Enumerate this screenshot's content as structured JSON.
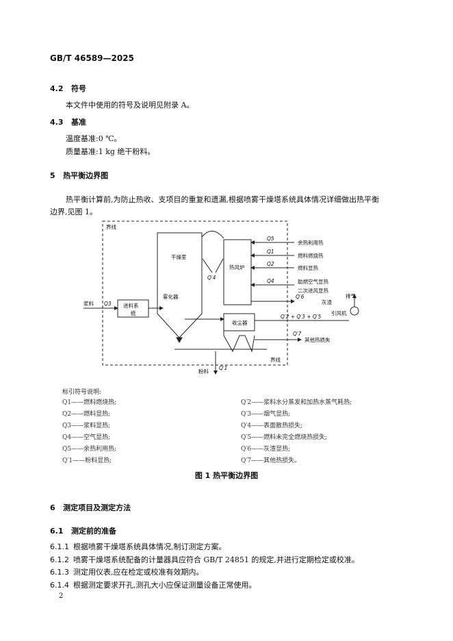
{
  "header": {
    "code": "GB/T 46589—2025"
  },
  "s4_2": {
    "num": "4.2",
    "title": "符号",
    "text": "本文件中使用的符号及说明见附录 A。"
  },
  "s4_3": {
    "num": "4.3",
    "title": "基准",
    "line1": "温度基准:0 ℃。",
    "line2": "质量基准:1 kg 绝干粉料。"
  },
  "s5": {
    "num": "5",
    "title": "热平衡边界图",
    "para1": "热平衡计算前,为防止热收、支项目的重复和遗漏,根据喷雾干燥塔系统具体情况详细做出热平衡",
    "para2": "边界,见图 1。"
  },
  "diagram": {
    "boundary_top": "界线",
    "boundary_bottom": "界线",
    "dryer": "干燥室",
    "stove": "热风炉",
    "atomizer": "雾化器",
    "feed_system_1": "进料系",
    "feed_system_2": "统",
    "collector": "收尘器",
    "slurry": "浆料",
    "powder": "粉料",
    "exhaust": "排气",
    "fan": "引风机",
    "ash": "灰渣",
    "other": "其他热损失",
    "waste_heat": "余热利用热",
    "fuel_combustion": "燃料燃烧热",
    "fuel_sensible": "燃料显热",
    "combustion_air": "助燃空气显热",
    "secondary_air": "二次进风显热",
    "q_labels": {
      "q3_in": "Q3",
      "q5": "Q5",
      "q1": "Q1",
      "q2": "Q2",
      "q4": "Q4",
      "q4p": "Q′4",
      "q6p": "Q′6",
      "q2p_sum": "Q′2 + Q′3 + Q′5",
      "q7p": "Q′7",
      "q1p": "Q′1"
    }
  },
  "legend": {
    "title": "标引符号说明:",
    "left": [
      "Q1——燃料燃烧热;",
      "Q2——燃料显热;",
      "Q3——浆料显热;",
      "Q4——空气显热;",
      "Q5——余热利用热;",
      "Q′1——粉料显热;"
    ],
    "right": [
      "Q′2——浆料水分蒸发和加热水蒸气耗热;",
      "Q′3——烟气显热;",
      "Q′4——表面散热损失;",
      "Q′5——燃料未完全燃烧热损失;",
      "Q′6——灰渣显热;",
      "Q′7——其他热损失。"
    ]
  },
  "figure_caption": "图 1   热平衡边界图",
  "s6": {
    "num": "6",
    "title": "测定项目及测定方法"
  },
  "s6_1": {
    "num": "6.1",
    "title": "测定前的准备"
  },
  "items": [
    {
      "num": "6.1.1",
      "text": "根据喷雾干燥塔系统具体情况,制订测定方案。"
    },
    {
      "num": "6.1.2",
      "text": "喷雾干燥塔系统配备的计量器具应符合 GB/T 24851 的规定,并进行定期检定或校准。"
    },
    {
      "num": "6.1.3",
      "text": "测定用仪表,应在检定或校准有效期内。"
    },
    {
      "num": "6.1.4",
      "text": "根据测定要求开孔,测孔大小应保证测量设备正常使用。"
    }
  ],
  "page_number": "2"
}
